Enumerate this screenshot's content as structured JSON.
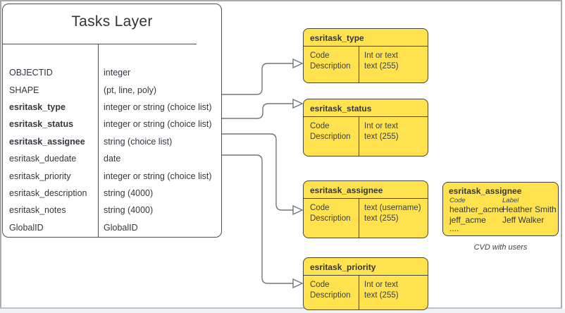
{
  "main_table": {
    "title": "Tasks Layer",
    "fields": [
      {
        "name": "OBJECTID",
        "type": "integer"
      },
      {
        "name": "SHAPE",
        "type": "(pt, line, poly)"
      },
      {
        "name": "esritask_type",
        "type": "integer or string (choice list)"
      },
      {
        "name": "esritask_status",
        "type": "integer or string (choice list)"
      },
      {
        "name": "esritask_assignee",
        "type": "string (choice list)"
      },
      {
        "name": "esritask_duedate",
        "type": "date"
      },
      {
        "name": "esritask_priority",
        "type": "integer or string (choice list)"
      },
      {
        "name": "esritask_description",
        "type": "string (4000)"
      },
      {
        "name": "esritask_notes",
        "type": "string (4000)"
      },
      {
        "name": "GlobalID",
        "type": "GlobalID"
      }
    ]
  },
  "choice_boxes": [
    {
      "title": "esritask_type",
      "left": [
        "Code",
        "Description"
      ],
      "right": [
        "Int or text",
        "text (255)"
      ]
    },
    {
      "title": "esritask_status",
      "left": [
        "Code",
        "Description"
      ],
      "right": [
        "Int or text",
        "text (255)"
      ]
    },
    {
      "title": "esritask_assignee",
      "left": [
        "Code",
        "Description"
      ],
      "right": [
        "text (username)",
        "text (255)"
      ]
    },
    {
      "title": "esritask_priority",
      "left": [
        "Code",
        "Description"
      ],
      "right": [
        "Int or text",
        "text (255)"
      ]
    }
  ],
  "cvd_box": {
    "title": "esritask_assignee",
    "col_headers": [
      "Code",
      "Label"
    ],
    "rows": [
      [
        "heather_acme",
        "Heather Smith"
      ],
      [
        "jeff_acme",
        "Jeff Walker"
      ]
    ],
    "ellipsis": "....",
    "caption": "CVD with users"
  },
  "colors": {
    "box_fill_yellow": "#ffe24d",
    "box_border": "#3f4348",
    "table_border": "#4a5058",
    "connector": "#6f767c",
    "text": "#33383f",
    "frame_border": "#a7abaf"
  }
}
